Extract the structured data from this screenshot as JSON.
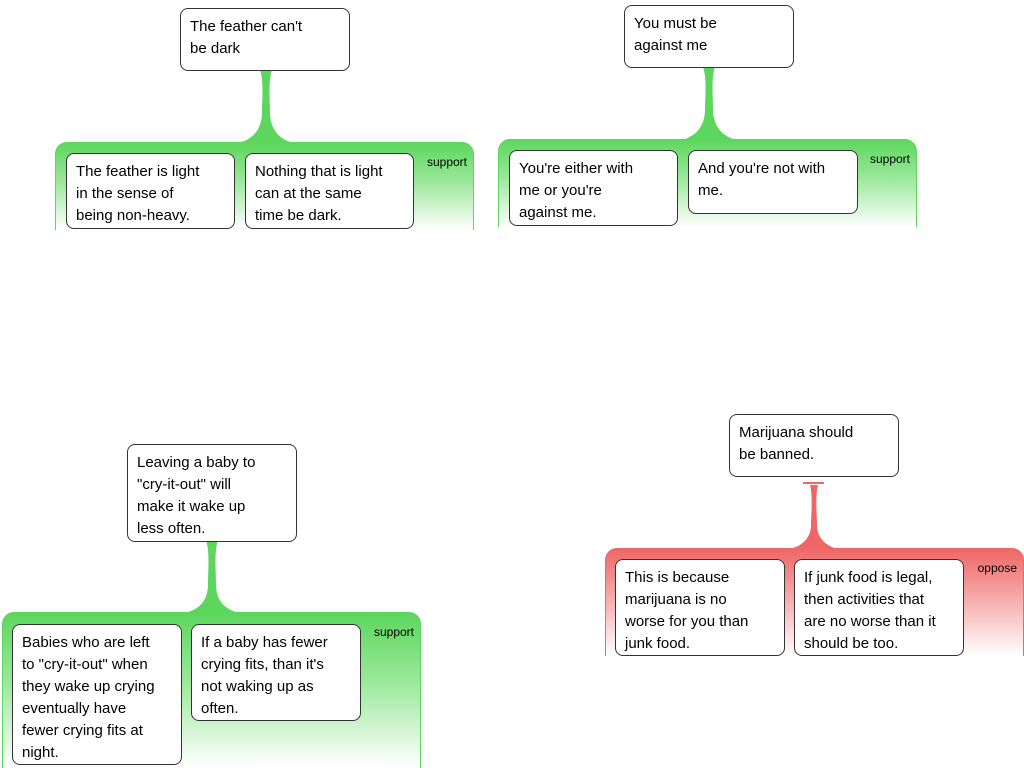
{
  "colors": {
    "support": "#5cd65c",
    "oppose": "#ee6666"
  },
  "maps": [
    {
      "claim": "The feather can't\nbe dark",
      "reason_type": "support",
      "premises": [
        "The feather is light\nin the sense of\nbeing non-heavy.",
        "Nothing that is light\ncan at the same\ntime be dark."
      ]
    },
    {
      "claim": "You must be\nagainst me",
      "reason_type": "support",
      "premises": [
        "You're either with\nme or you're\nagainst me.",
        "And you're not with\nme."
      ]
    },
    {
      "claim": "Leaving a baby to\n\"cry-it-out\" will\nmake it wake up\nless often.",
      "reason_type": "support",
      "premises": [
        "Babies who are left\nto \"cry-it-out\" when\nthey wake up crying\neventually have\nfewer crying fits at\nnight.",
        "If a baby has fewer\ncrying fits, than it's\nnot waking up as\noften."
      ]
    },
    {
      "claim": "Marijuana should\nbe banned.",
      "reason_type": "oppose",
      "premises": [
        "This is because\nmarijuana is no\nworse for you than\njunk food.",
        "If junk food is legal,\nthen activities that\nare no worse than it\nshould be too."
      ]
    }
  ]
}
